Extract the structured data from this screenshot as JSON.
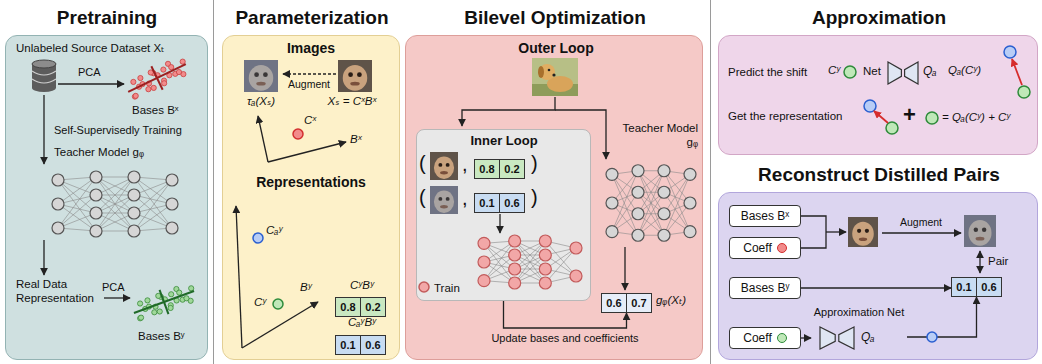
{
  "diagram": {
    "nodes": [
      {
        "text": [
          "Pretraining"
        ]
      },
      {
        "text": [
          "Parameterization"
        ]
      },
      {
        "text": [
          "0.8",
          "0.2"
        ],
        "in": 1
      },
      {
        "text": [
          "0.1",
          "0.6"
        ],
        "in": 1
      },
      {
        "text": [
          "Bilevel Optimization",
          "Outer Loop"
        ]
      },
      {
        "text": [
          "Inner Loop",
          "Train"
        ],
        "in": 4
      },
      {
        "text": [
          "0.8",
          "0.2"
        ],
        "in": 5
      },
      {
        "text": [
          "0.1",
          "0.6"
        ],
        "in": 5
      },
      {
        "text": [
          "0.6",
          "0.7"
        ],
        "in": 4
      },
      {
        "text": [
          "Approximation"
        ]
      },
      {
        "text": [
          "Net",
          "Qₐ"
        ],
        "in": 9
      },
      {
        "text": [
          "Reconstruct Distilled Pairs"
        ]
      },
      {
        "text": [
          "Bases Bˣ"
        ],
        "in": 11
      },
      {
        "text": [
          "Coeff"
        ],
        "in": 11
      },
      {
        "text": [
          "Bases Bʸ"
        ],
        "in": 11
      },
      {
        "text": [
          "Coeff"
        ],
        "in": 11
      },
      {
        "text": [
          "Approximation Net",
          "Qₐ"
        ],
        "in": 11
      },
      {
        "text": [
          "0.1",
          "0.6"
        ],
        "in": 11
      }
    ],
    "edges": [
      {
        "from": 5,
        "to": 8,
        "arrow": "to",
        "label": "Update bases and coefficients"
      },
      {
        "from": 15,
        "to": 16,
        "arrow": "to"
      },
      {
        "from": 16,
        "to": 17,
        "arrow": "to"
      },
      {
        "from": 14,
        "to": 17,
        "arrow": "to"
      }
    ],
    "labels": [
      "Unlabeled Source Dataset Xₜ",
      "PCA",
      "Bases Bˣ",
      "Self-Supervisedly Training",
      "Teacher Model gᵩ",
      "Real Data Representation",
      "PCA",
      "Bases Bʸ",
      "Images",
      "Augment",
      "τₐ(Xₛ)",
      "Xₛ = CˣBˣ",
      "Cˣ",
      "Bˣ",
      "Representations",
      "Cₐʸ",
      "Cʸ",
      "Bʸ",
      "CʸBʸ",
      "CₐʸBʸ",
      "(",
      ",",
      ")",
      "(",
      ",",
      ")",
      "Teacher Model gᵩ",
      "gᵩ(Xₜ)",
      "Predict the shift",
      "Cʸ",
      "Qₐ(Cʸ)",
      "Get the representation",
      "+",
      "= Qₐ(Cʸ) + Cʸ",
      "Augment",
      "Pair"
    ]
  }
}
